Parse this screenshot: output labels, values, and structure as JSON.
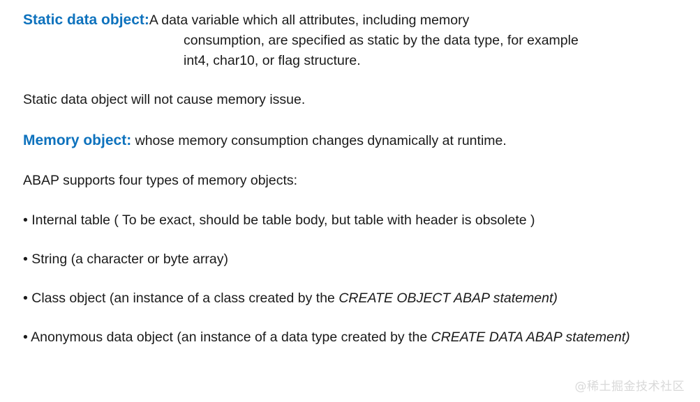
{
  "colors": {
    "background": "#ffffff",
    "heading_blue": "#0e72bd",
    "body_text": "#1a1a1a",
    "watermark": "#d9d9d9"
  },
  "definition": {
    "term": "Static data object:",
    "line1": "A data variable which all attributes, including memory",
    "line2": "consumption,  are specified as static by the data type, for example",
    "line3": "int4, char10, or flag structure."
  },
  "paragraphs": {
    "static_note": "Static data object will not cause memory issue.",
    "memory_object_term": "Memory object:",
    "memory_object_rest": " whose memory consumption changes dynamically at runtime.",
    "supports": "ABAP supports four types of memory objects:"
  },
  "bullets": [
    {
      "mark": "• ",
      "text": "Internal table ( To be exact, should be table body, but table with header is obsolete )",
      "italic": ""
    },
    {
      "mark": "• ",
      "text": "String (a character or byte array)",
      "italic": ""
    },
    {
      "mark": "• ",
      "text": "Class object (an instance of a class created by the ",
      "italic": "CREATE OBJECT ABAP statement)"
    },
    {
      "mark": "• ",
      "text": "Anonymous data object (an instance of a data type created by the ",
      "italic": "CREATE DATA ABAP statement)"
    }
  ],
  "watermark": {
    "text": "@稀土掘金技术社区"
  }
}
